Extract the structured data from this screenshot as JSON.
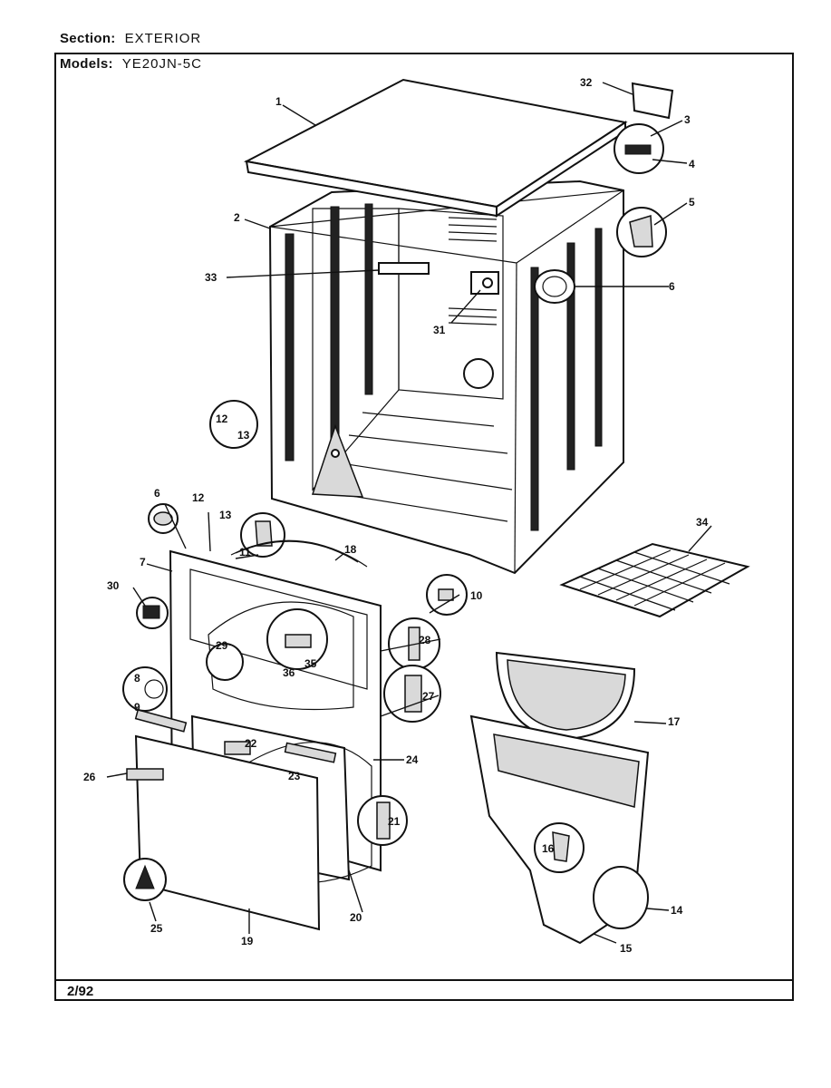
{
  "header": {
    "section_label": "Section:",
    "section_value": "EXTERIOR",
    "models_label": "Models:",
    "models_value": "YE20JN-5C"
  },
  "footer": {
    "date": "2/92"
  },
  "callouts": [
    "1",
    "2",
    "3",
    "4",
    "5",
    "6",
    "6",
    "7",
    "8",
    "9",
    "10",
    "11",
    "12",
    "12",
    "13",
    "13",
    "14",
    "15",
    "16",
    "17",
    "18",
    "19",
    "20",
    "21",
    "22",
    "23",
    "24",
    "25",
    "26",
    "27",
    "28",
    "29",
    "30",
    "31",
    "32",
    "33",
    "34",
    "35",
    "36"
  ]
}
